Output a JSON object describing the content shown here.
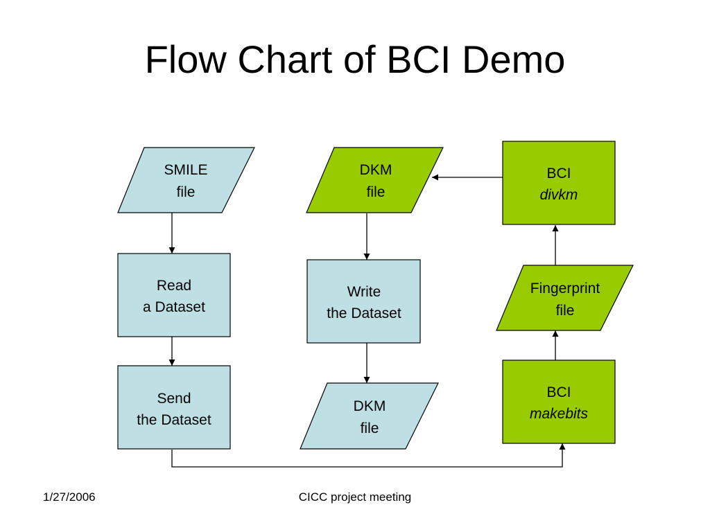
{
  "slide": {
    "title": "Flow Chart of BCI Demo",
    "footer_date": "1/27/2006",
    "footer_center": "CICC project meeting"
  },
  "colors": {
    "light_fill": "#bee0e4",
    "green_fill": "#99cc00",
    "stroke": "#000000"
  },
  "nodes": {
    "smile_file": {
      "line1": "SMILE",
      "line2": "file"
    },
    "read_dataset": {
      "line1": "Read",
      "line2": "a Dataset"
    },
    "send_dataset": {
      "line1": "Send",
      "line2": "the Dataset"
    },
    "dkm_file_top": {
      "line1": "DKM",
      "line2": "file"
    },
    "write_dataset": {
      "line1": "Write",
      "line2": "the Dataset"
    },
    "dkm_file_bottom": {
      "line1": "DKM",
      "line2": "file"
    },
    "bci_divkm": {
      "line1": "BCI",
      "line2": "divkm"
    },
    "fingerprint_file": {
      "line1": "Fingerprint",
      "line2": "file"
    },
    "bci_makebits": {
      "line1": "BCI",
      "line2": "makebits"
    }
  }
}
